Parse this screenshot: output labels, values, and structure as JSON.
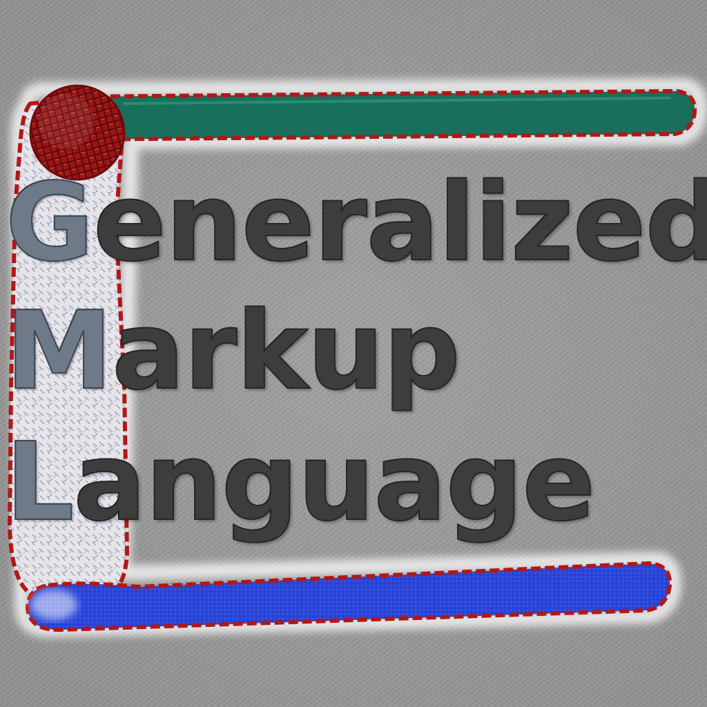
{
  "logo": {
    "words": [
      {
        "initial": "G",
        "rest": "eneralized"
      },
      {
        "initial": "M",
        "rest": "arkup"
      },
      {
        "initial": "L",
        "rest": "anguage"
      }
    ],
    "colors": {
      "background": "#9a9a9a",
      "outline_red": "#b01818",
      "top_bar_green": "#18705c",
      "bottom_bar_blue": "#2a46d8",
      "knob_red": "#9c1616",
      "column_white": "#e6e6ec",
      "letter_dark": "#3d3d3d",
      "initial_steel": "#6e7a88"
    }
  }
}
